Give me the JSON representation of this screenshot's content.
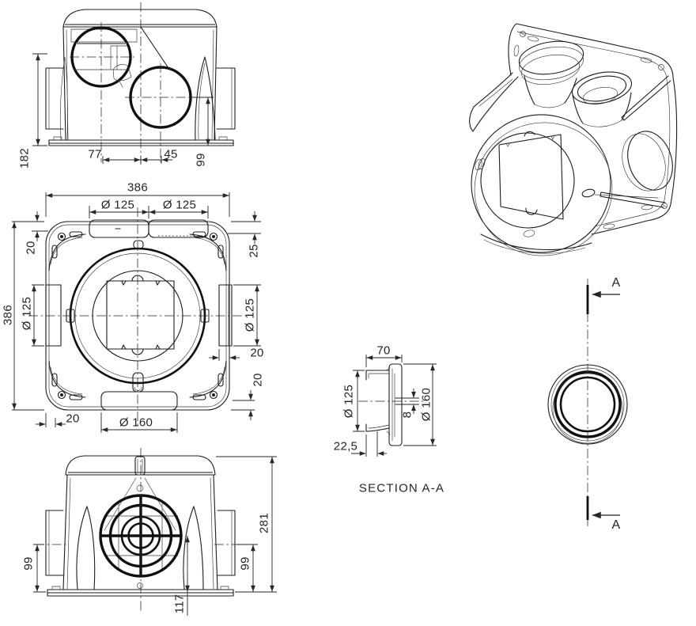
{
  "sheet": {
    "background": "#ffffff",
    "line_color": "#1c1c1c",
    "text_color": "#23232b"
  },
  "front_view": {
    "dims": {
      "port_center_height": "182",
      "left_port_offset": "77",
      "right_port_offset": "45",
      "side_port_height": "99"
    }
  },
  "plan_view": {
    "dims": {
      "overall_width": "386",
      "overall_depth": "386",
      "top_left_port_dia": "Ø 125",
      "top_right_port_dia": "Ø 125",
      "top_left_offset": "20",
      "top_right_offset": "25",
      "left_port_dia": "Ø 125",
      "right_port_dia": "Ø 125",
      "right_offset_a": "20",
      "right_offset_b": "20",
      "bottom_left_offset": "20",
      "bottom_port_dia": "Ø 160"
    }
  },
  "bottom_view": {
    "dims": {
      "left_port_height": "99",
      "right_port_height": "99",
      "grille_offset": "117",
      "overall_height": "281"
    }
  },
  "section_view": {
    "title": "SECTION A-A",
    "dims": {
      "depth": "70",
      "inner_dia": "Ø 125",
      "step": "8",
      "outer_dia": "Ø 160",
      "insert_offset": "22,5"
    }
  },
  "cut_plane": {
    "label_top": "A",
    "label_bottom": "A"
  }
}
